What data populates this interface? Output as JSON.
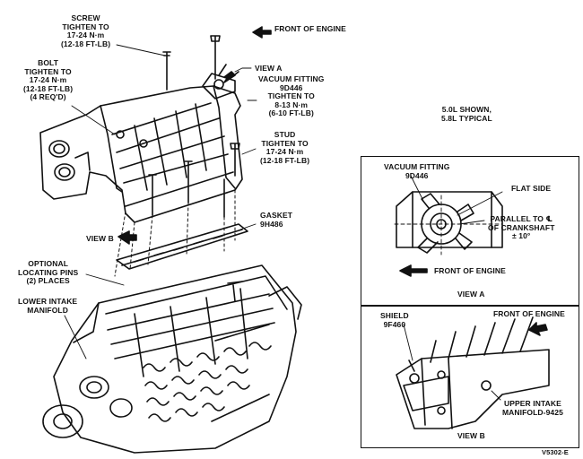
{
  "labels": {
    "screw": [
      "SCREW",
      "TIGHTEN TO",
      "17-24 N·m",
      "(12-18 FT-LB)"
    ],
    "front_engine_top": "FRONT OF ENGINE",
    "bolt": [
      "BOLT",
      "TIGHTEN TO",
      "17-24 N·m",
      "(12-18 FT-LB)",
      "(4 REQ'D)"
    ],
    "view_a_pointer": "VIEW A",
    "vacuum_fitting_main": [
      "VACUUM FITTING",
      "9D446",
      "TIGHTEN TO",
      "8-13 N·m",
      "(6-10 FT-LB)"
    ],
    "stud": [
      "STUD",
      "TIGHTEN TO",
      "17-24 N·m",
      "(12-18 FT-LB)"
    ],
    "engine_note": [
      "5.0L SHOWN,",
      "5.8L TYPICAL"
    ],
    "gasket": [
      "GASKET",
      "9H486"
    ],
    "view_b_pointer": "VIEW B",
    "locating_pins": [
      "OPTIONAL",
      "LOCATING PINS",
      "(2) PLACES"
    ],
    "lower_intake": [
      "LOWER INTAKE",
      "MANIFOLD"
    ],
    "figure_code": "V5302-E"
  },
  "view_a": {
    "vacuum_fitting": [
      "VACUUM FITTING",
      "9D446"
    ],
    "flat_side": "FLAT SIDE",
    "parallel": [
      "PARALLEL TO ℄",
      "OF CRANKSHAFT",
      "± 10°"
    ],
    "front_engine": "FRONT OF ENGINE",
    "title": "VIEW A"
  },
  "view_b": {
    "shield": [
      "SHIELD",
      "9F460"
    ],
    "front_engine": "FRONT OF ENGINE",
    "upper_intake": [
      "UPPER INTAKE",
      "MANIFOLD-9425"
    ],
    "title": "VIEW B"
  }
}
